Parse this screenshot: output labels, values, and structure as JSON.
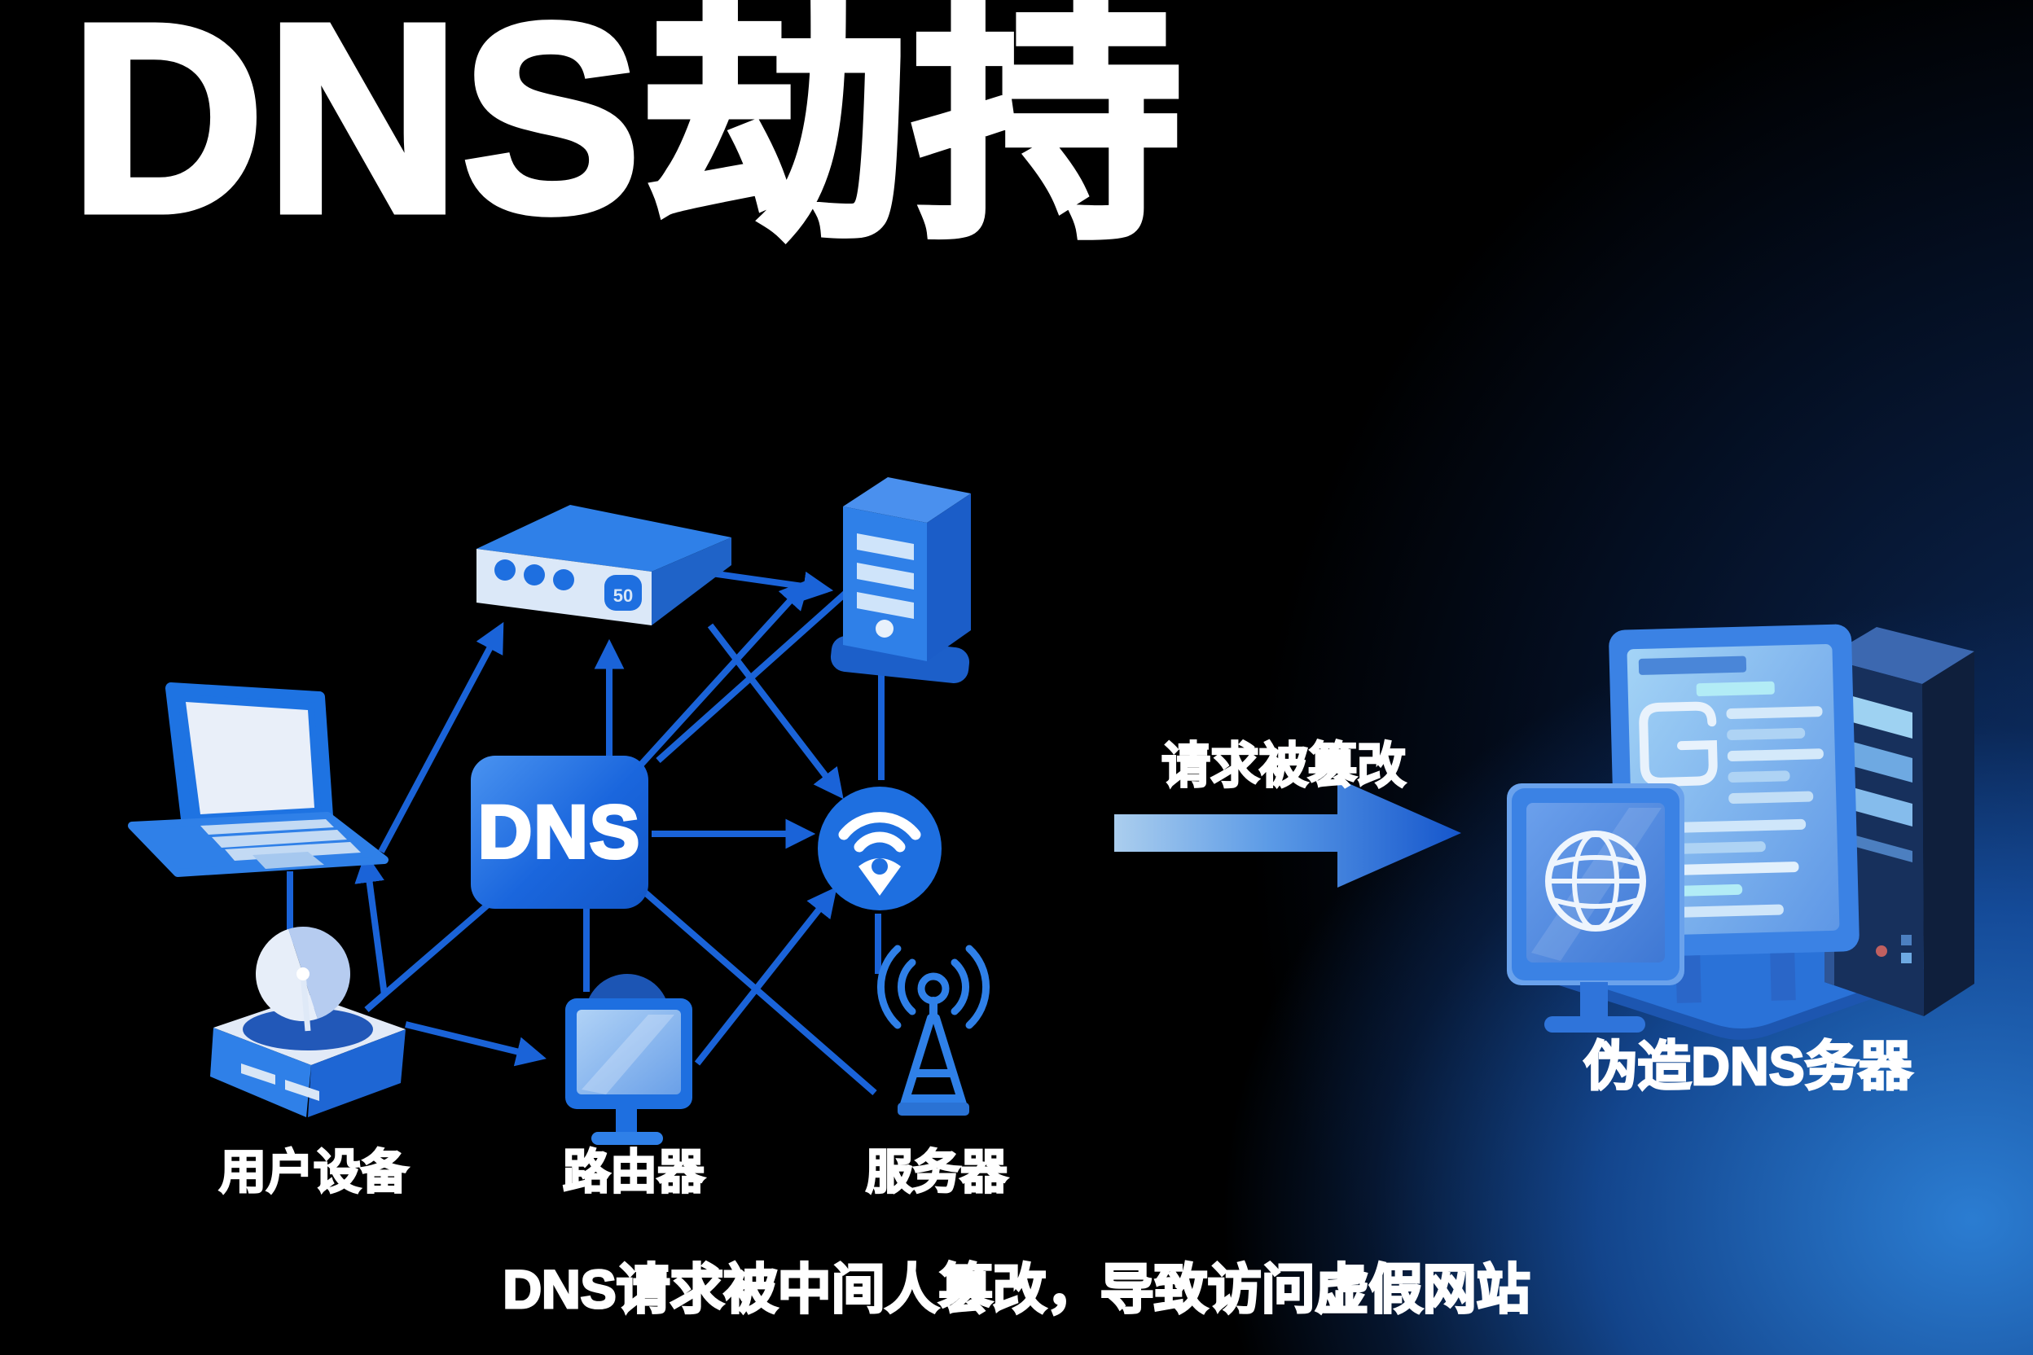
{
  "title": "DNS劫持",
  "network": {
    "dns_box_label": "DNS",
    "router_badge": "50",
    "node_labels": {
      "user_device": "用户设备",
      "router": "路由器",
      "server": "服务器"
    }
  },
  "tamper": {
    "label": "请求被篡改"
  },
  "fake_server": {
    "label": "伪造DNS务器"
  },
  "caption": "DNS请求被中间人篡改，导致访问虚假网站",
  "colors": {
    "primary_blue": "#1e6fe0",
    "deep_blue": "#1257c8",
    "light_face": "#dbe8f8",
    "line_blue": "#1a63d8",
    "glow_blue": "#2d82da",
    "text_white": "#ffffff"
  }
}
